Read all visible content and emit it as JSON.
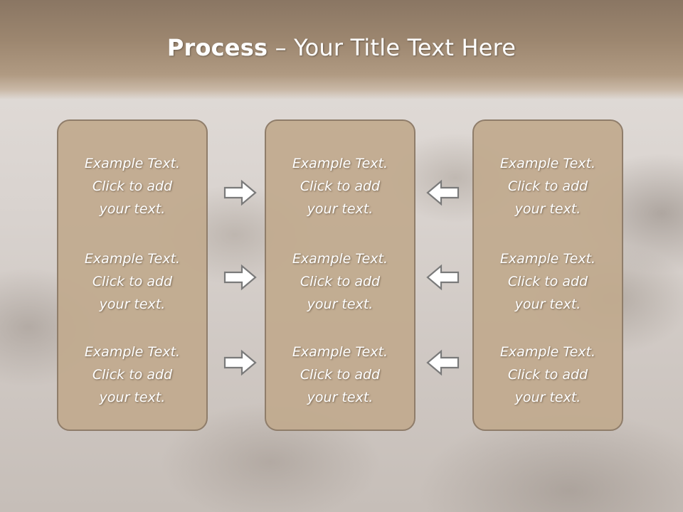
{
  "title": {
    "bold": "Process",
    "rest": " – Your Title Text Here"
  },
  "colors": {
    "panel_fill": "#c1aa8e",
    "panel_border": "#8f7d6a",
    "header": "#9c866f",
    "arrow_fill": "#ffffff",
    "arrow_stroke": "#7a7a7a"
  },
  "panels": [
    {
      "blocks": [
        {
          "lines": [
            "Example Text.",
            "Click  to add",
            "your text."
          ]
        },
        {
          "lines": [
            "Example Text.",
            "Click  to add",
            "your text."
          ]
        },
        {
          "lines": [
            "Example Text.",
            "Click  to add",
            "your text."
          ]
        }
      ]
    },
    {
      "blocks": [
        {
          "lines": [
            "Example Text.",
            "Click  to add",
            "your text."
          ]
        },
        {
          "lines": [
            "Example Text.",
            "Click  to add",
            "your text."
          ]
        },
        {
          "lines": [
            "Example Text.",
            "Click  to add",
            "your text."
          ]
        }
      ]
    },
    {
      "blocks": [
        {
          "lines": [
            "Example Text.",
            "Click  to add",
            "your text."
          ]
        },
        {
          "lines": [
            "Example Text.",
            "Click  to add",
            "your text."
          ]
        },
        {
          "lines": [
            "Example Text.",
            "Click  to add",
            "your text."
          ]
        }
      ]
    }
  ],
  "arrows": [
    {
      "icon": "right-arrow-icon",
      "direction": "right"
    },
    {
      "icon": "right-arrow-icon",
      "direction": "right"
    },
    {
      "icon": "right-arrow-icon",
      "direction": "right"
    },
    {
      "icon": "left-arrow-icon",
      "direction": "left"
    },
    {
      "icon": "left-arrow-icon",
      "direction": "left"
    },
    {
      "icon": "left-arrow-icon",
      "direction": "left"
    }
  ]
}
